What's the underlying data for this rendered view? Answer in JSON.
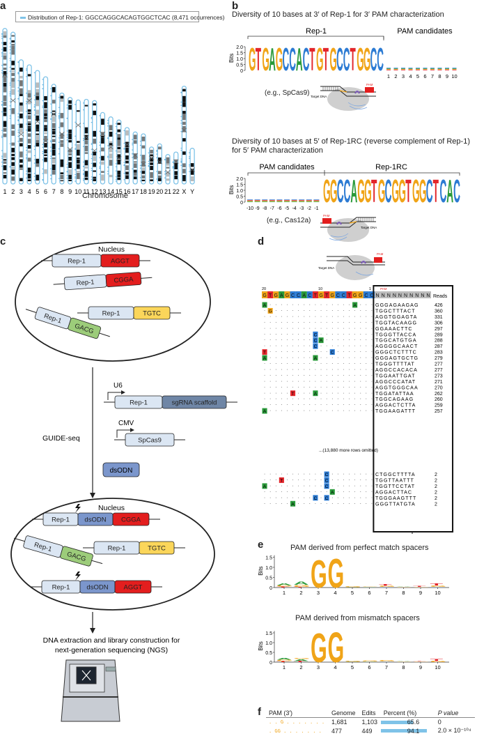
{
  "panel_a": {
    "label": "a",
    "legend": "Distribution of Rep-1: GGCCAGGCACAGTGGCTCAC (8,471 occurrences)",
    "chromosomes": [
      "1",
      "2",
      "3",
      "4",
      "5",
      "6",
      "7",
      "8",
      "9",
      "10",
      "11",
      "12",
      "13",
      "14",
      "15",
      "16",
      "17",
      "18",
      "19",
      "20",
      "21",
      "22",
      "X",
      "Y"
    ],
    "xlabel": "Chromosome"
  },
  "panel_b": {
    "label": "b",
    "title1": "Diversity of 10 bases at 3′ of Rep-1 for 3′ PAM characterization",
    "rep1": "Rep-1",
    "pam_candidates": "PAM candidates",
    "bits": "Bits",
    "seq1": "GTGAGCCACTGTGCCTGGCC",
    "ticks_pos": [
      "1",
      "2",
      "3",
      "4",
      "5",
      "6",
      "7",
      "8",
      "9",
      "10"
    ],
    "example1": "(e.g., SpCas9)",
    "title2": "Diversity of 10 bases at 5′ of Rep-1RC (reverse complement of Rep-1)",
    "title2b": "for 5′ PAM characterization",
    "rep1rc": "Rep-1RC",
    "seq2": "GGCCAGGTGCGGTGGCTCAC",
    "ticks_neg": [
      "-10",
      "-9",
      "-8",
      "-7",
      "-6",
      "-5",
      "-4",
      "-3",
      "-2",
      "-1"
    ],
    "example2": "(e.g., Cas12a)",
    "yticks": [
      "2.0",
      "1.5",
      "1.0",
      "0.5",
      "0"
    ],
    "target_dna": "Target DNA",
    "pam": "PAM"
  },
  "panel_c": {
    "label": "c",
    "nucleus": "Nucleus",
    "rep1": "Rep-1",
    "pams": [
      "AGGT",
      "CGGA",
      "TGTC",
      "GACG"
    ],
    "u6": "U6",
    "cmv": "CMV",
    "sgrna": "sgRNA scaffold",
    "spcas9": "SpCas9",
    "dsodn": "dsODN",
    "guide_seq": "GUIDE-seq",
    "footer1": "DNA extraction and library construction for",
    "footer2": "next-generation sequencing (NGS)"
  },
  "panel_d": {
    "label": "d",
    "header_seq": "GTGAGCCACTGTGCCTGGCC",
    "header_pam": "NNNNNNNNNN",
    "reads_label": "Reads",
    "tick20": "20",
    "tick10": "10",
    "tick1": "1",
    "pam_small": "PAM",
    "omitted": "...(13,880 more rows omitted)",
    "rows_top": [
      {
        "pam": "GGGAGAAGAG",
        "reads": "426"
      },
      {
        "pam": "TGGCTTTACT",
        "reads": "360"
      },
      {
        "pam": "AGGTGGAGTA",
        "reads": "331"
      },
      {
        "pam": "TGGTACAAGG",
        "reads": "306"
      },
      {
        "pam": "GGAAACTTC",
        "reads": "297"
      },
      {
        "pam": "TGGGTTACCA",
        "reads": "289"
      },
      {
        "pam": "TGGCATGTGA",
        "reads": "288"
      },
      {
        "pam": "AGGGGCAACT",
        "reads": "287"
      },
      {
        "pam": "GGGCTCTTTC",
        "reads": "283"
      },
      {
        "pam": "GGGAGTGCTG",
        "reads": "279"
      },
      {
        "pam": "TGGGTTTTAT",
        "reads": "277"
      },
      {
        "pam": "AGGCCACACA",
        "reads": "277"
      },
      {
        "pam": "TGGAATTGAT",
        "reads": "273"
      },
      {
        "pam": "AGGCCCATAT",
        "reads": "271"
      },
      {
        "pam": "AGGTGGGCAA",
        "reads": "270"
      },
      {
        "pam": "TGGATATTAA",
        "reads": "262"
      },
      {
        "pam": "TGGCAGAAG",
        "reads": "260"
      },
      {
        "pam": "AGGACTCTTA",
        "reads": "259"
      },
      {
        "pam": "TGGAAGATTT",
        "reads": "257"
      }
    ],
    "rows_bottom": [
      {
        "pam": "CTGGCTTTTA",
        "reads": "2"
      },
      {
        "pam": "TGGTTAATTT",
        "reads": "2"
      },
      {
        "pam": "TGGTTCCTAT",
        "reads": "2"
      },
      {
        "pam": "AGGACTTAC",
        "reads": "2"
      },
      {
        "pam": "TGGGAAGTTT",
        "reads": "2"
      },
      {
        "pam": "GGGTTATGTA",
        "reads": "2"
      }
    ]
  },
  "panel_e": {
    "label": "e",
    "title1": "PAM derived from perfect match spacers",
    "title2": "PAM derived from mismatch spacers",
    "bits": "Bits",
    "yticks": [
      "1.5",
      "1.0",
      "0.5",
      "0"
    ],
    "xticks": [
      "1",
      "2",
      "3",
      "4",
      "5",
      "6",
      "7",
      "8",
      "9",
      "10"
    ]
  },
  "panel_f": {
    "label": "f",
    "headers": [
      "PAM (3′)",
      "Genome",
      "Edits",
      "Percent (%)",
      "P value"
    ],
    "rows": [
      {
        "pam": ". . G . . . . . . .",
        "genome": "1,681",
        "edits": "1,103",
        "percent": "65.6",
        "pvalue": "0"
      },
      {
        "pam": ". GG . . . . . . .",
        "genome": "477",
        "edits": "449",
        "percent": "94.1",
        "pvalue": "2.0 × 10⁻¹⁰⁴"
      }
    ]
  },
  "colors": {
    "A": "#2a9a3a",
    "C": "#2c7bd3",
    "G": "#f0a418",
    "T": "#e3262b",
    "pam_red": "#e31e1e",
    "rep_blue": "#dbe6f3",
    "sg_gray": "#6f86a6",
    "tgtc": "#fbd65a",
    "gacg": "#9ccc7a",
    "dsodn": "#7b96cc"
  }
}
